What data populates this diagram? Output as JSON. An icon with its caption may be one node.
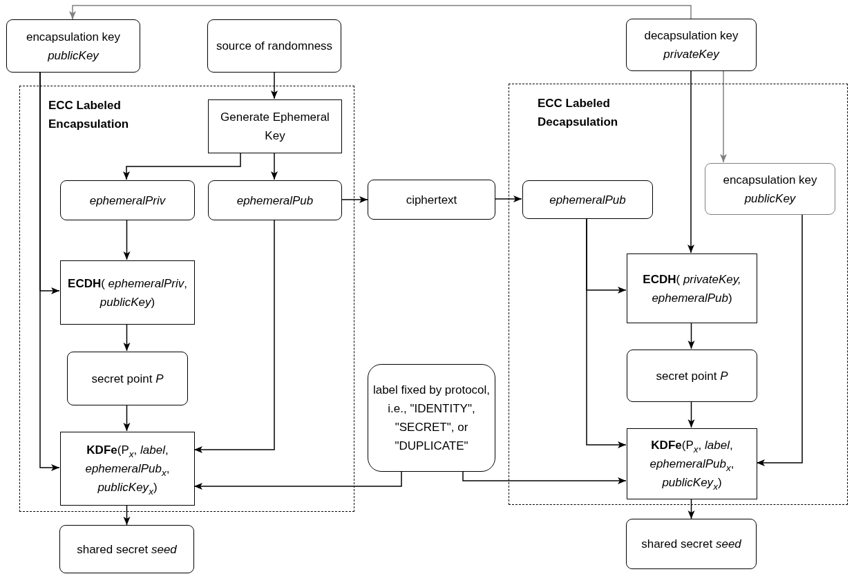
{
  "diagram": {
    "nodes": [
      {
        "text": [
          "encapsulation key *publicKey*"
        ]
      },
      {
        "text": [
          "source of randomness"
        ]
      },
      {
        "text": [
          "decapsulation key *privateKey*"
        ]
      },
      {
        "text": [
          "ECC Labeled Encapsulation"
        ]
      },
      {
        "text": [
          "Generate Ephemeral Key"
        ],
        "in": 3
      },
      {
        "text": [
          "ephemeralPriv"
        ],
        "in": 3
      },
      {
        "text": [
          "ephemeralPub"
        ],
        "in": 3
      },
      {
        "text": [
          "ciphertext"
        ]
      },
      {
        "text": [
          "**ECDH**( *ephemeralPriv*, *publicKey*)"
        ],
        "in": 3
      },
      {
        "text": [
          "secret point *P*"
        ],
        "in": 3
      },
      {
        "text": [
          "**KDFe**(P$_{x}$, *label*, *ephemeralPub*$_{x}$, *publicKey*$_{x}$)"
        ],
        "in": 3
      },
      {
        "text": [
          "label fixed by protocol, i.e., \"IDENTITY\", \"SECRET\", or \"DUPLICATE\""
        ]
      },
      {
        "text": [
          "shared secret *seed*"
        ]
      },
      {
        "text": [
          "ECC Labeled Decapsulation"
        ]
      },
      {
        "text": [
          "ephemeralPub"
        ],
        "in": 13
      },
      {
        "text": [
          "encapsulation key *publicKey*"
        ],
        "in": 13
      },
      {
        "text": [
          "**ECDH**( *privateKey, ephemeralPub*)"
        ],
        "in": 13
      },
      {
        "text": [
          "secret point *P*"
        ],
        "in": 13
      },
      {
        "text": [
          "**KDFe**(P$_{x}$, *label*, *ephemeralPub*$_{x}$, *publicKey*$_{x}$)"
        ],
        "in": 13
      },
      {
        "text": [
          "shared secret *seed*"
        ]
      }
    ],
    "edges": [
      {
        "from": 2,
        "to": 0,
        "arrow": "to",
        "color": "#808080"
      },
      {
        "from": 1,
        "to": 4,
        "arrow": "to"
      },
      {
        "from": 4,
        "to": 5,
        "arrow": "to"
      },
      {
        "from": 4,
        "to": 6,
        "arrow": "to"
      },
      {
        "from": 6,
        "to": 7,
        "arrow": "to"
      },
      {
        "from": 7,
        "to": 14,
        "arrow": "to"
      },
      {
        "from": 0,
        "to": 8,
        "arrow": "to"
      },
      {
        "from": 0,
        "to": 10,
        "arrow": "to"
      },
      {
        "from": 5,
        "to": 8,
        "arrow": "to"
      },
      {
        "from": 8,
        "to": 9,
        "arrow": "to"
      },
      {
        "from": 9,
        "to": 10,
        "arrow": "to"
      },
      {
        "from": 6,
        "to": 10,
        "arrow": "to"
      },
      {
        "from": 11,
        "to": 10,
        "arrow": "to"
      },
      {
        "from": 11,
        "to": 18,
        "arrow": "to"
      },
      {
        "from": 10,
        "to": 12,
        "arrow": "to"
      },
      {
        "from": 2,
        "to": 16,
        "arrow": "to"
      },
      {
        "from": 2,
        "to": 15,
        "arrow": "to",
        "color": "#808080"
      },
      {
        "from": 14,
        "to": 16,
        "arrow": "to"
      },
      {
        "from": 14,
        "to": 18,
        "arrow": "to"
      },
      {
        "from": 15,
        "to": 18,
        "arrow": "to"
      },
      {
        "from": 16,
        "to": 17,
        "arrow": "to"
      },
      {
        "from": 17,
        "to": 18,
        "arrow": "to"
      },
      {
        "from": 18,
        "to": 19,
        "arrow": "to"
      }
    ]
  }
}
